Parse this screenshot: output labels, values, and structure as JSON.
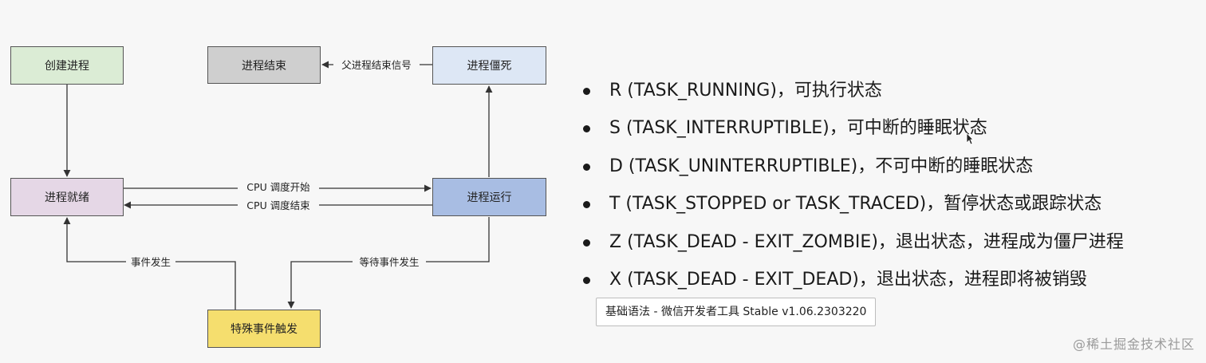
{
  "diagram": {
    "nodes": {
      "create": {
        "label": "创建进程",
        "color": "#dbecd5"
      },
      "end": {
        "label": "进程结束",
        "color": "#cfcfcf"
      },
      "zombie": {
        "label": "进程僵死",
        "color": "#dde7f5"
      },
      "ready": {
        "label": "进程就绪",
        "color": "#e5d7e6"
      },
      "running": {
        "label": "进程运行",
        "color": "#a8bde3"
      },
      "event": {
        "label": "特殊事件触发",
        "color": "#f5de6e"
      }
    },
    "edges": {
      "parent_end_signal": "父进程结束信号",
      "cpu_start": "CPU 调度开始",
      "cpu_end": "CPU 调度结束",
      "event_occur": "事件发生",
      "wait_event": "等待事件发生"
    }
  },
  "states": [
    {
      "text": "R (TASK_RUNNING)，可执行状态"
    },
    {
      "text": "S (TASK_INTERRUPTIBLE)，可中断的睡眠状态"
    },
    {
      "text": "D (TASK_UNINTERRUPTIBLE)，不可中断的睡眠状态"
    },
    {
      "text": "T (TASK_STOPPED or TASK_TRACED)，暂停状态或跟踪状态"
    },
    {
      "text": "Z (TASK_DEAD - EXIT_ZOMBIE)，退出状态，进程成为僵尸进程"
    },
    {
      "text": "X (TASK_DEAD - EXIT_DEAD)，退出状态，进程即将被销毁"
    }
  ],
  "tooltip": "基础语法 - 微信开发者工具 Stable v1.06.2303220",
  "watermark": "@稀土掘金技术社区"
}
